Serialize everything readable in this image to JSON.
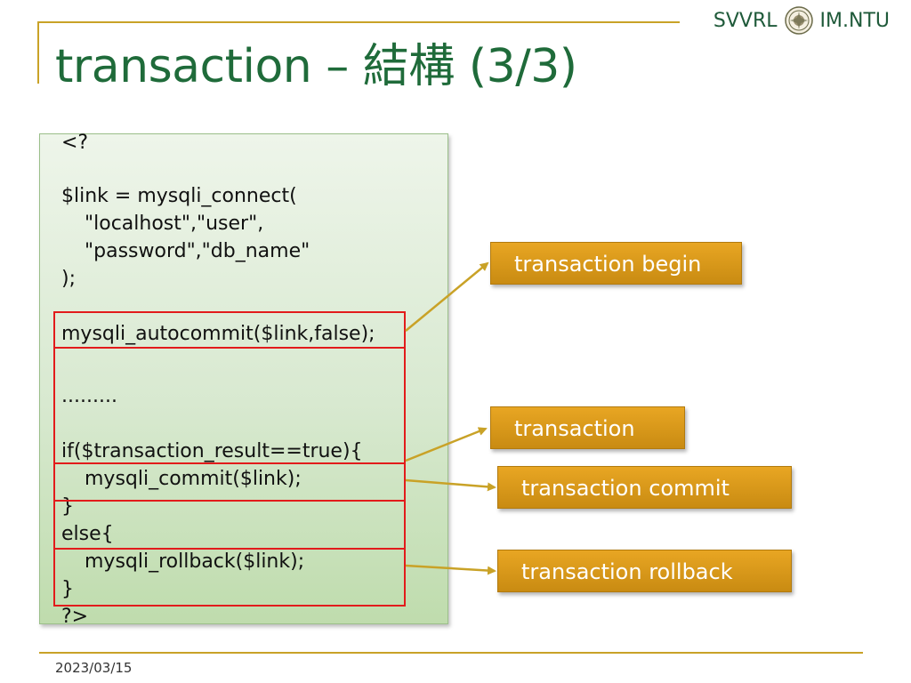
{
  "header": {
    "brand_left": "SVVRL",
    "brand_right": "IM.NTU",
    "logo_icon": "university-seal-icon"
  },
  "slide": {
    "title": "transaction – 結構 (3/3)"
  },
  "code": {
    "lines": [
      "<?",
      "",
      "$link = mysqli_connect(",
      "\"localhost\",\"user\",",
      "\"password\",\"db_name\"",
      ");",
      "",
      "mysqli_autocommit($link,false);",
      "",
      ".........",
      "",
      "if($transaction_result==true){",
      "mysqli_commit($link);",
      "}",
      "else{",
      "mysqli_rollback($link);",
      "}",
      "?>"
    ]
  },
  "callouts": {
    "begin": "transaction begin",
    "transaction": "transaction",
    "commit": "transaction commit",
    "rollback": "transaction rollback"
  },
  "footer": {
    "date": "2023/03/15"
  },
  "colors": {
    "title_green": "#1f6b3a",
    "accent_gold": "#c9a227",
    "callout_orange": "#d99a1c",
    "highlight_red": "#e21b1b",
    "code_box_green": "#d8e9d0"
  }
}
